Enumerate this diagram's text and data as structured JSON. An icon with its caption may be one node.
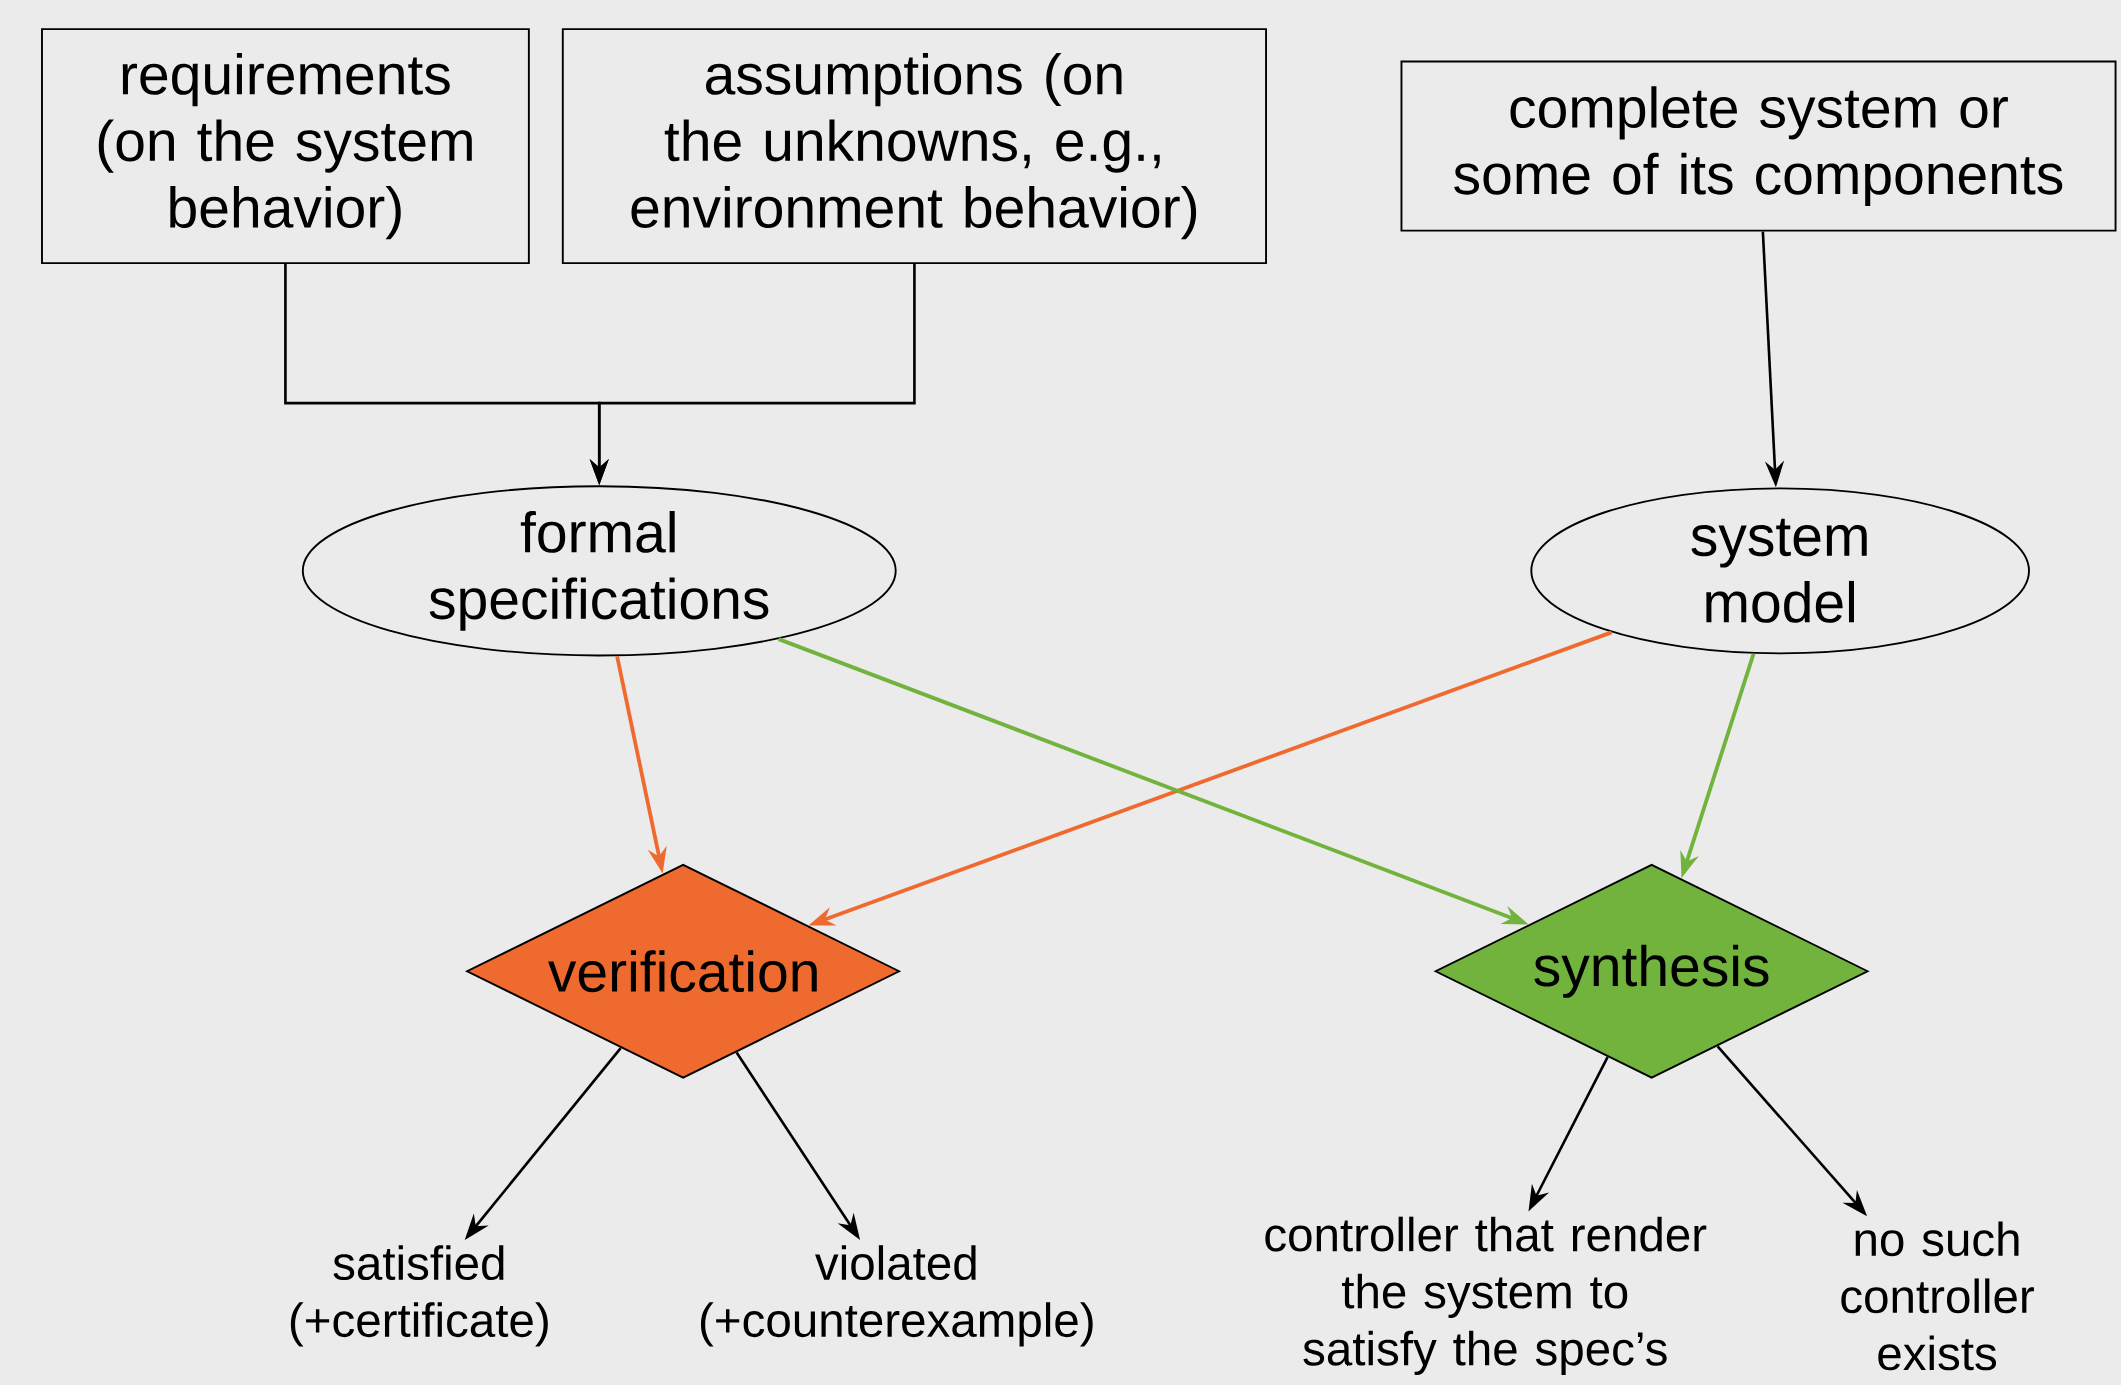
{
  "diagram": {
    "nodes": [
      {
        "text": [
          "requirements (on the system behavior)"
        ]
      },
      {
        "text": [
          "assumptions (on the unknowns, e.g., environment behavior)"
        ]
      },
      {
        "text": [
          "complete system or some of its components"
        ]
      },
      {
        "text": [
          "formal specifications"
        ]
      },
      {
        "text": [
          "system model"
        ]
      },
      {
        "text": [
          "verification"
        ]
      },
      {
        "text": [
          "synthesis"
        ]
      },
      {
        "text": [
          "satisfied (+certificate)"
        ]
      },
      {
        "text": [
          "violated (+counterexample)"
        ]
      },
      {
        "text": [
          "controller that render the system to satisfy the spec’s"
        ]
      },
      {
        "text": [
          "no such controller exists"
        ]
      }
    ],
    "edges": [
      {
        "from": 0,
        "to": 3,
        "arrow": "to"
      },
      {
        "from": 1,
        "to": 3,
        "arrow": "to"
      },
      {
        "from": 2,
        "to": 4,
        "arrow": "to"
      },
      {
        "from": 3,
        "to": 5,
        "arrow": "to",
        "color": "#ef6a2e"
      },
      {
        "from": 4,
        "to": 5,
        "arrow": "to",
        "color": "#ef6a2e"
      },
      {
        "from": 3,
        "to": 6,
        "arrow": "to",
        "color": "#72b33e"
      },
      {
        "from": 4,
        "to": 6,
        "arrow": "to",
        "color": "#72b33e"
      },
      {
        "from": 5,
        "to": 7,
        "arrow": "to"
      },
      {
        "from": 5,
        "to": 8,
        "arrow": "to"
      },
      {
        "from": 6,
        "to": 9,
        "arrow": "to"
      },
      {
        "from": 6,
        "to": 10,
        "arrow": "to"
      }
    ]
  }
}
